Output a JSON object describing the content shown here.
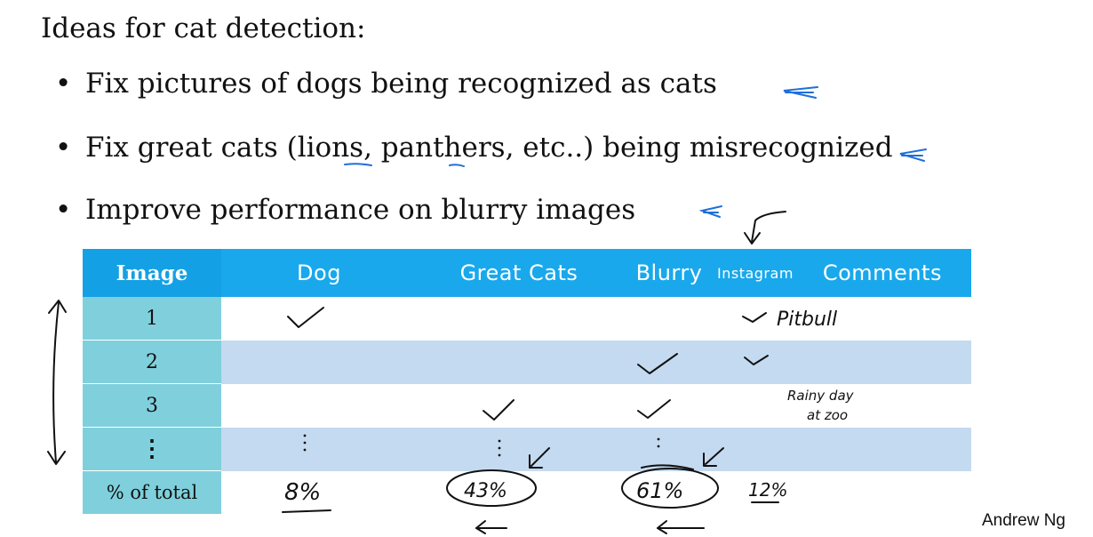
{
  "title": "Ideas for cat detection:",
  "bullets": [
    {
      "text": "Fix pictures of dogs being recognized as cats"
    },
    {
      "text": "Fix great cats (lions, panthers, etc..) being misrecognized"
    },
    {
      "text": "Improve performance on blurry images"
    }
  ],
  "table": {
    "headers": [
      "Image",
      "Dog",
      "Great Cats",
      "Blurry",
      "Instagram",
      "Comments"
    ],
    "rows": [
      {
        "image": "1",
        "comment": "Pitbull"
      },
      {
        "image": "2",
        "comment": ""
      },
      {
        "image": "3",
        "comment": "Rainy day at zoo"
      },
      {
        "image": "⋮",
        "comment": ""
      }
    ],
    "total_label": "% of total",
    "totals": {
      "dog": "8%",
      "great_cats": "43%",
      "blurry": "61%",
      "instagram": "12%"
    }
  },
  "author": "Andrew Ng",
  "colors": {
    "header_blue": "#19a8ec",
    "index_teal": "#7fd0dc",
    "row_blue": "#c4daf0",
    "pen_blue": "#1e6fd9"
  }
}
